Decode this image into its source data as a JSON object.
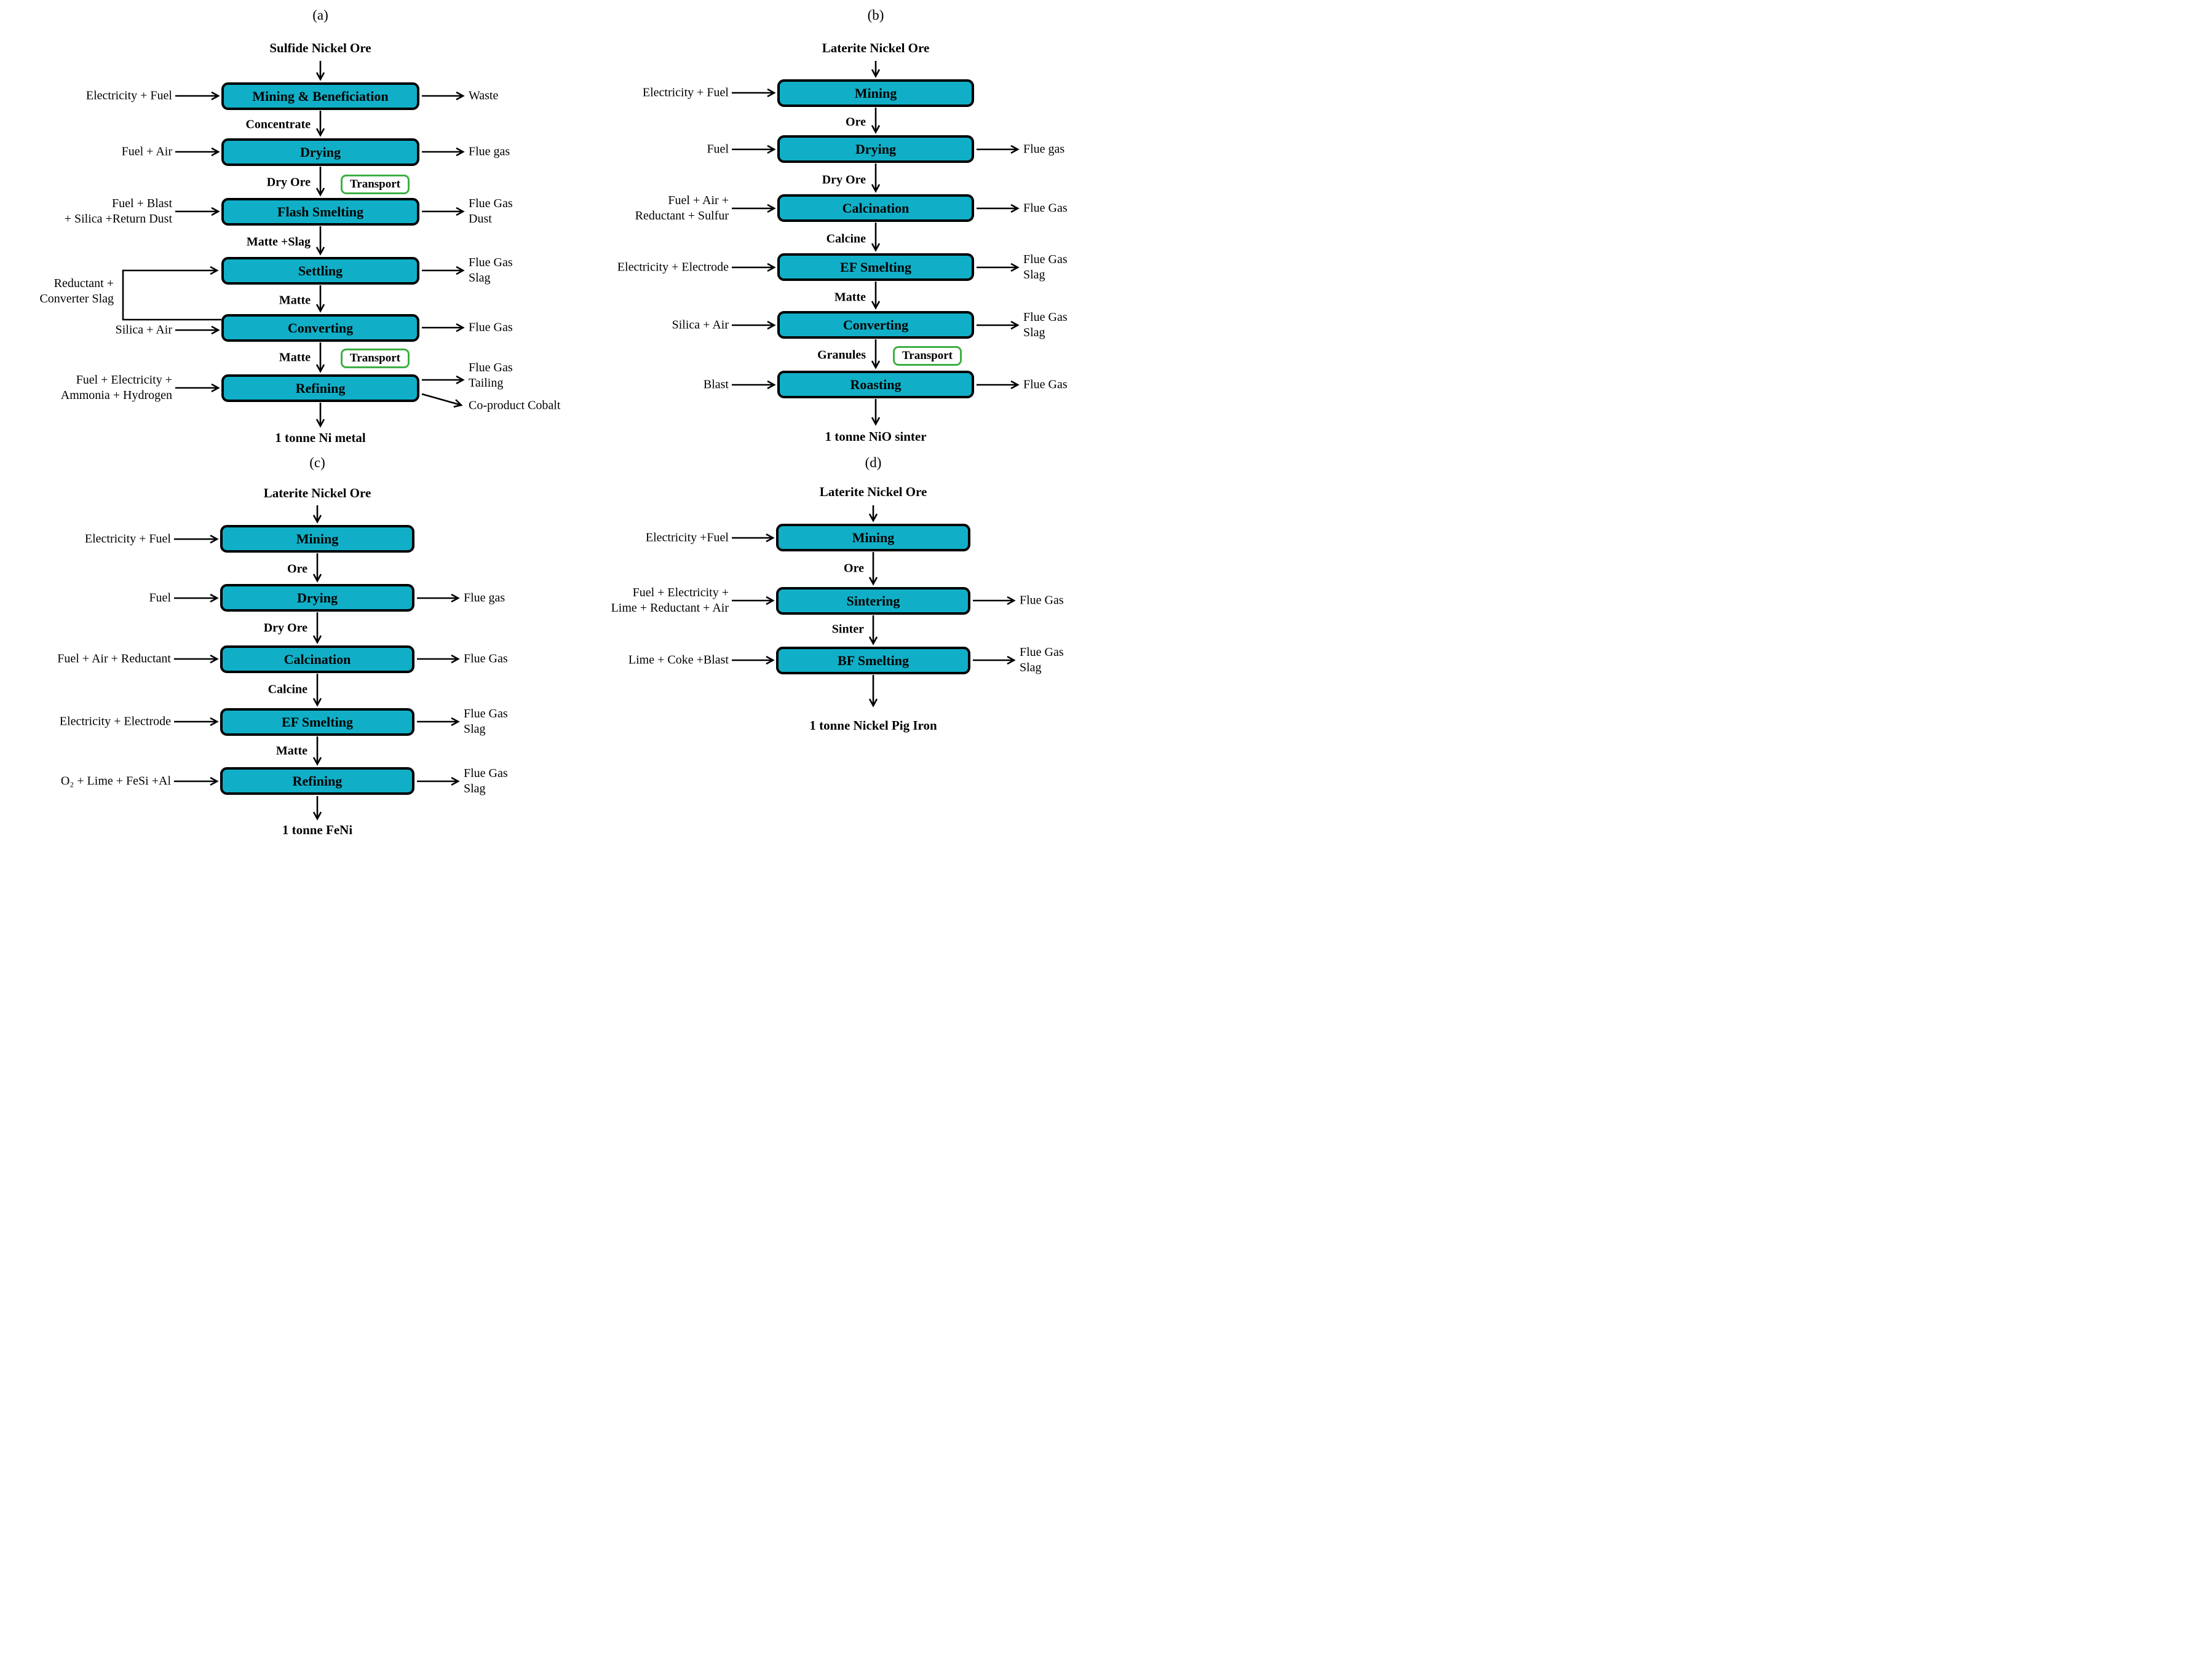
{
  "figure": {
    "type": "process-flow-diagrams",
    "transport_label": "Transport"
  },
  "colors": {
    "process_box_fill": "#10afc7",
    "process_box_border": "#000000",
    "transport_border": "#3cb043",
    "arrow": "#000000",
    "background": "#ffffff"
  },
  "diagrams": [
    {
      "id": "a",
      "title": "(a)",
      "source": "Sulfide Nickel Ore",
      "product": "1 tonne Ni metal",
      "steps": [
        {
          "name": "Mining & Beneficiation",
          "input": "Electricity + Fuel",
          "output": "Waste"
        },
        {
          "name": "Drying",
          "pre": "Concentrate",
          "input": "Fuel + Air",
          "output": "Flue gas"
        },
        {
          "name": "Flash Smelting",
          "pre": "Dry Ore",
          "transport": "Transport",
          "input": "Fuel + Blast\n+ Silica +Return Dust",
          "output": "Flue Gas\nDust"
        },
        {
          "name": "Settling",
          "pre": "Matte +Slag",
          "input": "Reductant +\nConverter Slag",
          "output": "Flue Gas\nSlag"
        },
        {
          "name": "Converting",
          "pre": "Matte",
          "input": "Silica + Air",
          "output": "Flue Gas"
        },
        {
          "name": "Refining",
          "pre": "Matte",
          "transport": "Transport",
          "input": "Fuel + Electricity +\nAmmonia + Hydrogen",
          "output": "Flue Gas\nTailing",
          "output2": "Co-product Cobalt"
        }
      ]
    },
    {
      "id": "b",
      "title": "(b)",
      "source": "Laterite Nickel Ore",
      "product": "1 tonne NiO sinter",
      "steps": [
        {
          "name": "Mining",
          "input": "Electricity + Fuel"
        },
        {
          "name": "Drying",
          "pre": "Ore",
          "input": "Fuel",
          "output": "Flue gas"
        },
        {
          "name": "Calcination",
          "pre": "Dry Ore",
          "input": "Fuel + Air +\nReductant + Sulfur",
          "output": "Flue Gas"
        },
        {
          "name": "EF Smelting",
          "pre": "Calcine",
          "input": "Electricity + Electrode",
          "output": "Flue Gas\nSlag"
        },
        {
          "name": "Converting",
          "pre": "Matte",
          "input": "Silica + Air",
          "output": "Flue Gas\nSlag"
        },
        {
          "name": "Roasting",
          "pre": "Granules",
          "transport": "Transport",
          "input": "Blast",
          "output": "Flue Gas"
        }
      ]
    },
    {
      "id": "c",
      "title": "(c)",
      "source": "Laterite Nickel Ore",
      "product": "1 tonne FeNi",
      "steps": [
        {
          "name": "Mining",
          "input": "Electricity + Fuel"
        },
        {
          "name": "Drying",
          "pre": "Ore",
          "input": "Fuel",
          "output": "Flue gas"
        },
        {
          "name": "Calcination",
          "pre": "Dry Ore",
          "input": "Fuel + Air + Reductant",
          "output": "Flue Gas"
        },
        {
          "name": "EF Smelting",
          "pre": "Calcine",
          "input": "Electricity + Electrode",
          "output": "Flue Gas\nSlag"
        },
        {
          "name": "Refining",
          "pre": "Matte",
          "input": "O₂ + Lime + FeSi +Al",
          "output": "Flue Gas\nSlag"
        }
      ]
    },
    {
      "id": "d",
      "title": "(d)",
      "source": "Laterite Nickel Ore",
      "product": "1 tonne Nickel Pig Iron",
      "steps": [
        {
          "name": "Mining",
          "input": "Electricity +Fuel"
        },
        {
          "name": "Sintering",
          "pre": "Ore",
          "input": "Fuel + Electricity +\nLime + Reductant + Air",
          "output": "Flue Gas"
        },
        {
          "name": "BF Smelting",
          "pre": "Sinter",
          "input": "Lime + Coke +Blast",
          "output": "Flue Gas\nSlag"
        }
      ]
    }
  ]
}
